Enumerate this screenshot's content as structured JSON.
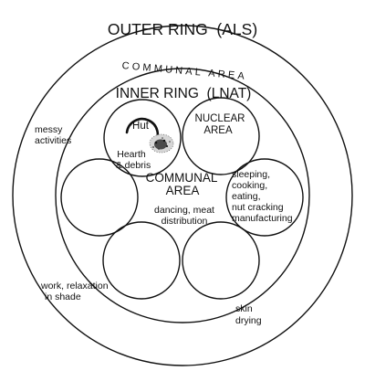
{
  "diagram": {
    "outer_ring_label": "OUTER RING  (ALS)",
    "communal_ring_label": "COMMUNAL AREA",
    "inner_ring_label": "INNER RING  (LNAT)",
    "hut_label": "Hut",
    "hearth_label_line1": "Hearth",
    "hearth_label_line2": "& debris",
    "nuclear_area_line1": "NUCLEAR",
    "nuclear_area_line2": "AREA",
    "communal_center_line1": "COMMUNAL",
    "communal_center_line2": "AREA",
    "communal_activities_line1": "dancing, meat",
    "communal_activities_line2": "distribution",
    "nuclear_activities": [
      "sleeping,",
      "cooking,",
      "eating,",
      "nut cracking",
      "manufacturing"
    ],
    "messy_line1": "messy",
    "messy_line2": "activities",
    "work_line1": "work, relaxation",
    "work_line2": "in shade",
    "skin_line1": "skin",
    "skin_line2": "drying"
  }
}
